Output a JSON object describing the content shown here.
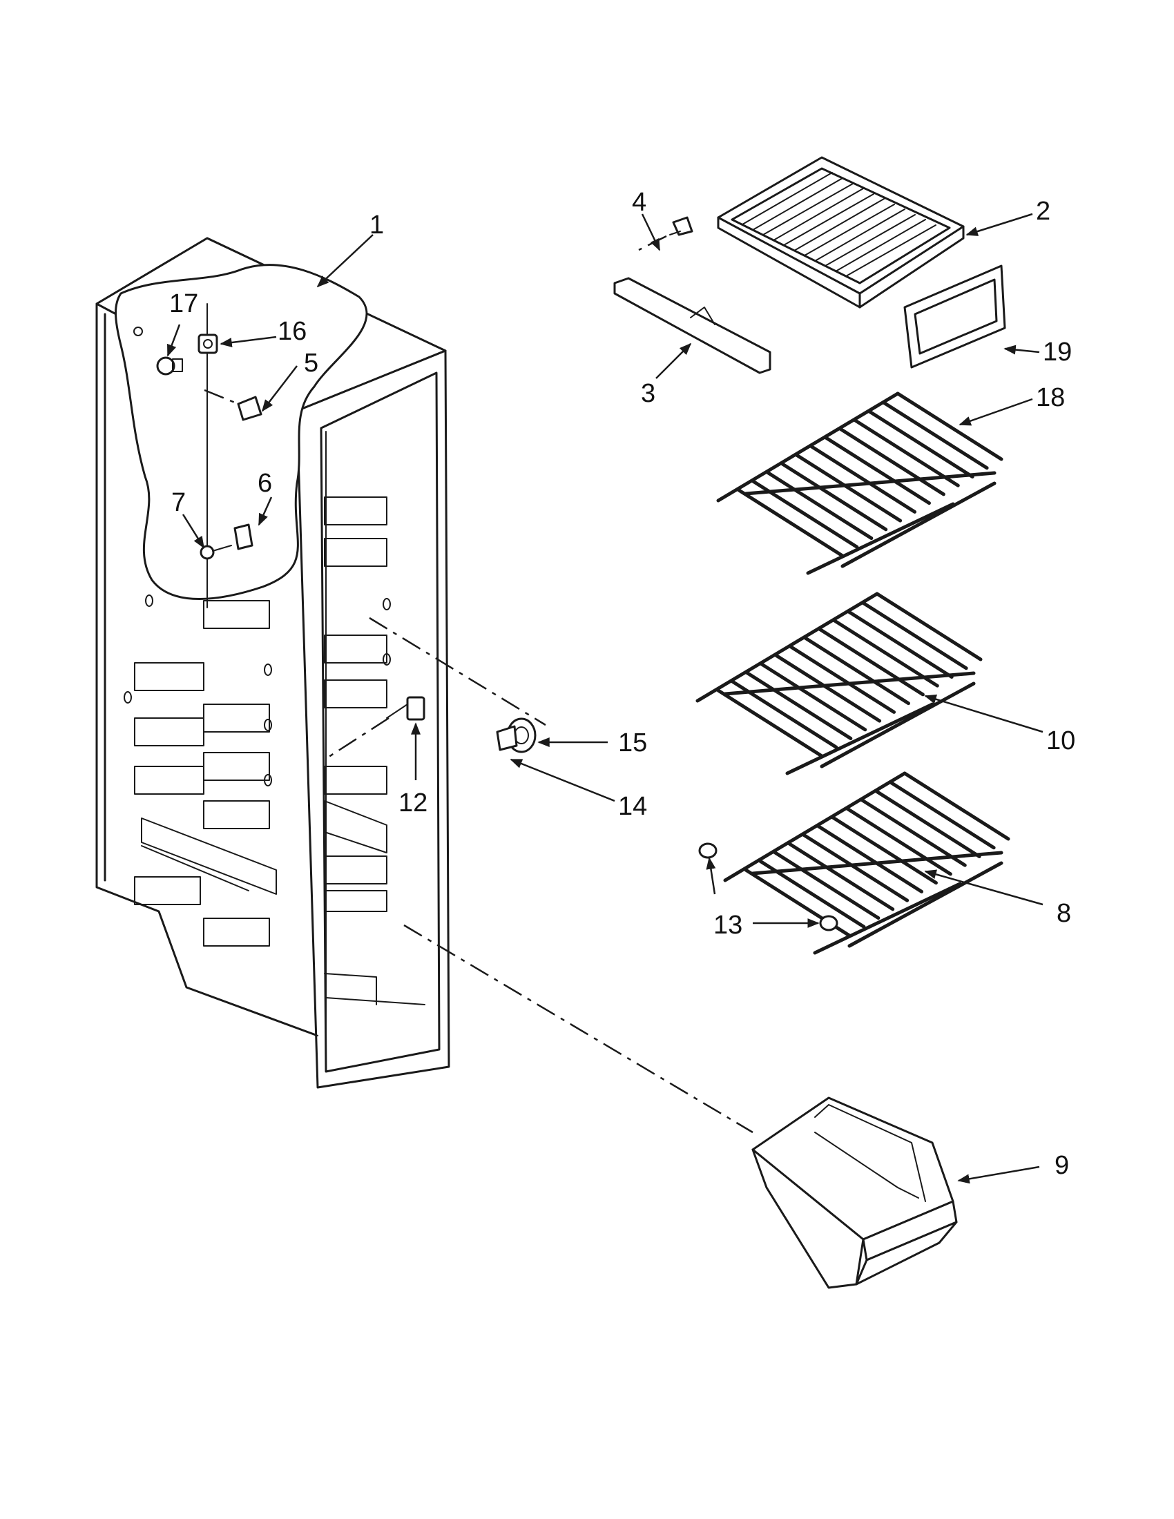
{
  "callouts": {
    "c1": "1",
    "c2": "2",
    "c3": "3",
    "c4": "4",
    "c5": "5",
    "c6": "6",
    "c7": "7",
    "c8": "8",
    "c9": "9",
    "c10": "10",
    "c12": "12",
    "c13": "13",
    "c14": "14",
    "c15": "15",
    "c16": "16",
    "c17": "17",
    "c18": "18",
    "c19": "19"
  }
}
